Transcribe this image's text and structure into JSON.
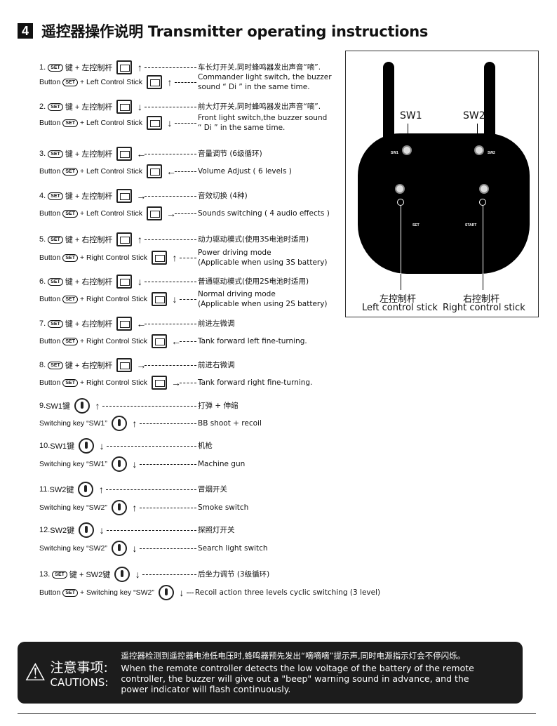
{
  "header": {
    "section_number": "4",
    "title": "遥控器操作说明 Transmitter operating instructions"
  },
  "set_label": "SET",
  "rows": [
    {
      "num": "1.",
      "pre": "",
      "set": true,
      "post": "键 + 左控制杆",
      "icon": "stick-up",
      "arrow": "↑",
      "desc": [
        "车长灯开关,同时蜂鸣器发出声音“嘀”."
      ],
      "zh": true
    },
    {
      "num": "",
      "pre": "Button",
      "set": true,
      "post": "+ Left Control Stick",
      "icon": "stick-up",
      "arrow": "↑",
      "desc": [
        "Commander light switch, the buzzer",
        "sound “ Di ” in the same time."
      ]
    },
    {
      "num": "2.",
      "pre": "",
      "set": true,
      "post": "键 + 左控制杆",
      "icon": "stick-down",
      "arrow": "↓",
      "desc": [
        "前大灯开关,同时蜂鸣器发出声音“嘀”."
      ],
      "zh": true
    },
    {
      "num": "",
      "pre": "Button",
      "set": true,
      "post": "+ Left Control Stick",
      "icon": "stick-down",
      "arrow": "↓",
      "desc": [
        "Front light switch,the buzzer sound",
        "“ Di ” in the same time."
      ]
    },
    {
      "num": "3.",
      "pre": "",
      "set": true,
      "post": "键 + 左控制杆",
      "icon": "stick-left",
      "arrow": "←",
      "desc": [
        "音量调节 (6级循环)"
      ],
      "zh": true
    },
    {
      "num": "",
      "pre": "Button",
      "set": true,
      "post": "+ Left Control Stick",
      "icon": "stick-left",
      "arrow": "←",
      "desc": [
        "Volume Adjust ( 6 levels )"
      ]
    },
    {
      "num": "4.",
      "pre": "",
      "set": true,
      "post": "键 + 左控制杆",
      "icon": "stick-right",
      "arrow": "→",
      "desc": [
        "音效切换 (4种)"
      ],
      "zh": true
    },
    {
      "num": "",
      "pre": "Button",
      "set": true,
      "post": "+ Left Control Stick",
      "icon": "stick-right",
      "arrow": "→",
      "desc": [
        "Sounds switching ( 4 audio effects )"
      ]
    },
    {
      "num": "5.",
      "pre": "",
      "set": true,
      "post": "键 + 右控制杆",
      "icon": "stick-up",
      "arrow": "↑",
      "desc": [
        "动力驱动模式(使用3S电池时适用)"
      ],
      "zh": true
    },
    {
      "num": "",
      "pre": "Button",
      "set": true,
      "post": "+ Right Control Stick",
      "icon": "stick-up",
      "arrow": "↑",
      "desc": [
        "Power driving mode",
        "(Applicable when using 3S battery)"
      ]
    },
    {
      "num": "6.",
      "pre": "",
      "set": true,
      "post": "键 + 右控制杆",
      "icon": "stick-down",
      "arrow": "↓",
      "desc": [
        "普通驱动模式(使用2S电池时适用)"
      ],
      "zh": true
    },
    {
      "num": "",
      "pre": "Button",
      "set": true,
      "post": "+ Right Control Stick",
      "icon": "stick-down",
      "arrow": "↓",
      "desc": [
        "Normal driving mode",
        "(Applicable when using 2S battery)"
      ]
    },
    {
      "num": "7.",
      "pre": "",
      "set": true,
      "post": "键 + 右控制杆",
      "icon": "stick-left",
      "arrow": "←",
      "desc": [
        "前进左微调"
      ],
      "zh": true
    },
    {
      "num": "",
      "pre": "Button",
      "set": true,
      "post": "+ Right Control Stick",
      "icon": "stick-left",
      "arrow": "←",
      "desc": [
        "Tank forward left fine-turning."
      ]
    },
    {
      "num": "8.",
      "pre": "",
      "set": true,
      "post": "键 + 右控制杆",
      "icon": "stick-right",
      "arrow": "→",
      "desc": [
        "前进右微调"
      ],
      "zh": true
    },
    {
      "num": "",
      "pre": "Button",
      "set": true,
      "post": "+ Right Control Stick",
      "icon": "stick-right",
      "arrow": "→",
      "desc": [
        "Tank forward right fine-turning."
      ]
    },
    {
      "num": "9.",
      "pre": "SW1键",
      "set": false,
      "post": "",
      "icon": "switch-up",
      "arrow": "↑",
      "desc": [
        "打弹 + 伸缩"
      ],
      "zh": true
    },
    {
      "num": "",
      "pre": "Switching key “SW1”",
      "set": false,
      "post": "",
      "icon": "switch-up",
      "arrow": "↑",
      "desc": [
        "BB shoot + recoil"
      ]
    },
    {
      "num": "10.",
      "pre": "SW1键",
      "set": false,
      "post": "",
      "icon": "switch-down",
      "arrow": "↓",
      "desc": [
        "机枪"
      ],
      "zh": true
    },
    {
      "num": "",
      "pre": "Switching key “SW1”",
      "set": false,
      "post": "",
      "icon": "switch-down",
      "arrow": "↓",
      "desc": [
        "Machine gun"
      ]
    },
    {
      "num": "11.",
      "pre": "SW2键",
      "set": false,
      "post": "",
      "icon": "switch-up",
      "arrow": "↑",
      "desc": [
        "冒烟开关"
      ],
      "zh": true
    },
    {
      "num": "",
      "pre": "Switching key “SW2”",
      "set": false,
      "post": "",
      "icon": "switch-up",
      "arrow": "↑",
      "desc": [
        "Smoke switch"
      ]
    },
    {
      "num": "12.",
      "pre": "SW2键",
      "set": false,
      "post": "",
      "icon": "switch-down",
      "arrow": "↓",
      "desc": [
        "探照灯开关"
      ],
      "zh": true
    },
    {
      "num": "",
      "pre": "Switching key “SW2”",
      "set": false,
      "post": "",
      "icon": "switch-down",
      "arrow": "↓",
      "desc": [
        "Search light switch"
      ]
    },
    {
      "num": "13.",
      "pre": "",
      "set": true,
      "post": "键 + SW2键",
      "icon": "switch-down",
      "arrow": "↓",
      "desc": [
        "后坐力调节 (3级循环)"
      ],
      "zh": true
    },
    {
      "num": "",
      "pre": "Button",
      "set": true,
      "post": "+ Switching key “SW2”",
      "icon": "switch-down",
      "arrow": "↓",
      "desc": [
        "Recoil  action  three levels cyclic switching (3 level)"
      ]
    }
  ],
  "controller": {
    "sw1": "SW1",
    "sw2": "SW2",
    "sw1_small": "SW1",
    "sw2_small": "SW2",
    "set": "SET",
    "start": "START",
    "left_zh": "左控制杆",
    "left_en": "Left control stick",
    "right_zh": "右控制杆",
    "right_en": "Right control stick"
  },
  "caution": {
    "title_zh": "注意事项:",
    "title_en": "CAUTIONS:",
    "text_zh": "遥控器检测到遥控器电池低电压时,蜂鸣器预先发出“嘀嘀嘀”提示声,同时电源指示灯会不停闪烁。",
    "text_en": [
      "When the remote controller detects the low voltage of the battery of the remote",
      "controller, the buzzer will give out a \"beep\" warning sound in advance, and the",
      "power indicator will flash continuously."
    ]
  }
}
